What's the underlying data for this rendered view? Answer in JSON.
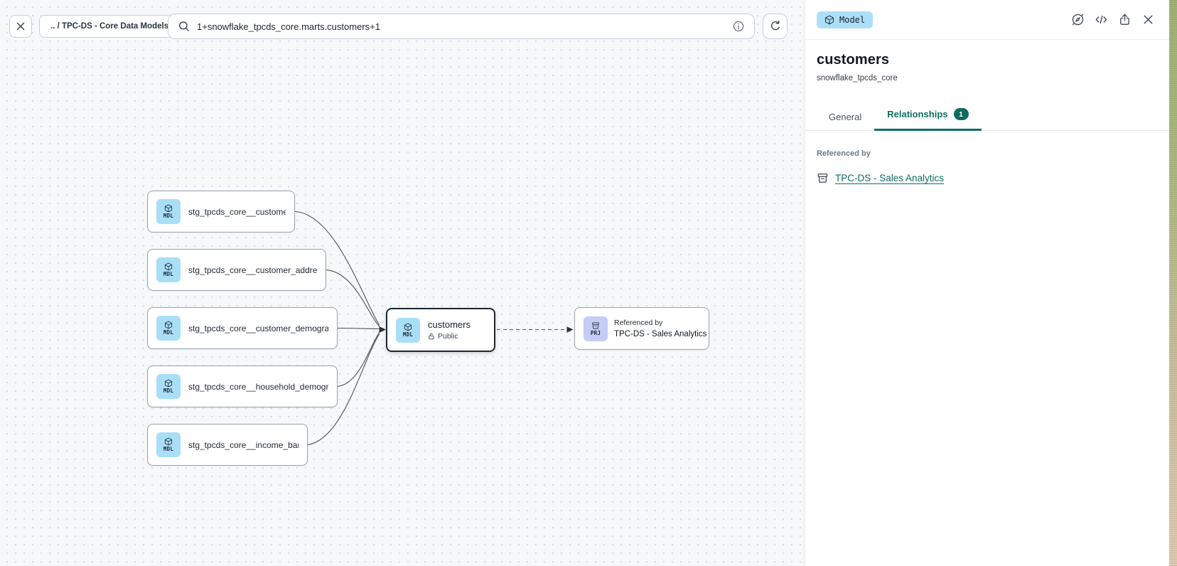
{
  "topbar": {
    "breadcrumb": ".. / TPC-DS - Core Data Models",
    "search_value": "1+snowflake_tpcds_core.marts.customers+1"
  },
  "canvas": {
    "upstream_nodes": [
      {
        "badge": "MDL",
        "label": "stg_tpcds_core__customer"
      },
      {
        "badge": "MDL",
        "label": "stg_tpcds_core__customer_address"
      },
      {
        "badge": "MDL",
        "label": "stg_tpcds_core__customer_demogra..."
      },
      {
        "badge": "MDL",
        "label": "stg_tpcds_core__household_demogr..."
      },
      {
        "badge": "MDL",
        "label": "stg_tpcds_core__income_band"
      }
    ],
    "selected_node": {
      "badge": "MDL",
      "label": "customers",
      "access": "Public"
    },
    "downstream_node": {
      "badge": "PRJ",
      "caption": "Referenced by",
      "label": "TPC-DS - Sales Analytics"
    }
  },
  "panel": {
    "type_badge": "Model",
    "title": "customers",
    "subtitle": "snowflake_tpcds_core",
    "tabs": {
      "general": "General",
      "relationships": "Relationships",
      "relationships_count": "1"
    },
    "referenced_by_label": "Referenced by",
    "reference_link": "TPC-DS - Sales Analytics"
  },
  "icons": {
    "close": "x",
    "search": "magnifier",
    "info": "circled-i",
    "refresh": "circular-arrow",
    "cube": "package-cube",
    "compass": "compass",
    "code": "</>",
    "share": "box-with-up-arrow",
    "lock_open": "open-padlock",
    "archive": "archive-box"
  },
  "colors": {
    "accent_teal": "#0e6e64",
    "count_badge_bg": "#0d6b60",
    "model_chip_bg": "#a9def7",
    "project_chip_bg": "#c4cdf6",
    "canvas_bg": "#f7f8fa",
    "selected_node_border": "#1d2632"
  }
}
